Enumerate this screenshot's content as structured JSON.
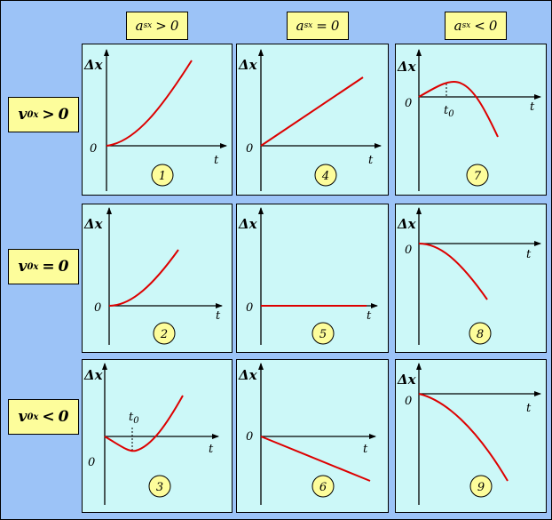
{
  "column_headers": [
    {
      "symbol": "a",
      "subscript": "sx",
      "operator": ">",
      "value": "0"
    },
    {
      "symbol": "a",
      "subscript": "sx",
      "operator": "=",
      "value": "0"
    },
    {
      "symbol": "a",
      "subscript": "sx",
      "operator": "<",
      "value": "0"
    }
  ],
  "row_headers": [
    {
      "symbol": "v",
      "subscript": "0x",
      "operator": ">",
      "value": "0"
    },
    {
      "symbol": "v",
      "subscript": "0x",
      "operator": "=",
      "value": "0"
    },
    {
      "symbol": "v",
      "subscript": "0x",
      "operator": "<",
      "value": "0"
    }
  ],
  "axis_labels": {
    "y": "Δx",
    "x": "t",
    "origin": "0",
    "t0": "t",
    "t0_sub": "0"
  },
  "panels": [
    {
      "number": "1",
      "v0": "positive",
      "a": "positive"
    },
    {
      "number": "4",
      "v0": "positive",
      "a": "zero"
    },
    {
      "number": "7",
      "v0": "positive",
      "a": "negative"
    },
    {
      "number": "2",
      "v0": "zero",
      "a": "positive"
    },
    {
      "number": "5",
      "v0": "zero",
      "a": "zero"
    },
    {
      "number": "8",
      "v0": "zero",
      "a": "negative"
    },
    {
      "number": "3",
      "v0": "negative",
      "a": "positive"
    },
    {
      "number": "6",
      "v0": "negative",
      "a": "zero"
    },
    {
      "number": "9",
      "v0": "negative",
      "a": "negative"
    }
  ],
  "colors": {
    "background": "#9cc3f7",
    "panel": "#ccf8f8",
    "label_fill": "#fdfd9b",
    "badge_fill": "#fdfd9b",
    "curve": "#dd0000"
  }
}
